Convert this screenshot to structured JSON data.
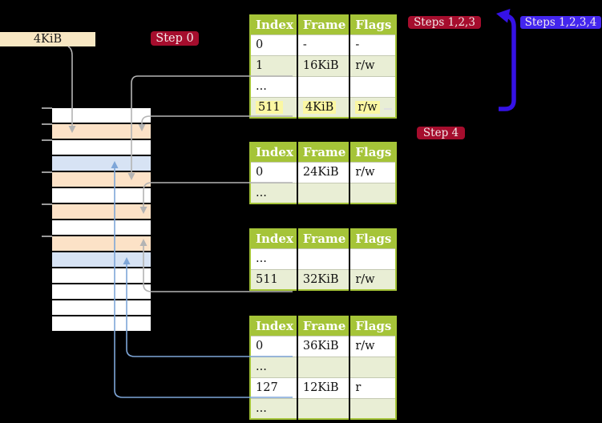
{
  "colors": {
    "bg": "#000000",
    "label_box_bg": "#f8e7c3",
    "badge_red": "#a50d2d",
    "badge_blue": "#4326ee",
    "arrow_blue": "#3512e6",
    "table_header_bg": "#a5c438",
    "table_row_alt": "#e9eed5",
    "highlight_yellow": "#fbf7a2",
    "mem_orange": "#fce2c7",
    "mem_blue": "#d7e3f4",
    "mem_white": "#ffffff",
    "connector_gray": "#b4b4b4",
    "connector_blue": "#7ea6d8",
    "tick_gray": "#9a9a9a",
    "table_border": "#a5c438",
    "text_dark": "#1a1a1a",
    "badge_text": "#f3e9ea"
  },
  "label_box": {
    "text": "4KiB"
  },
  "badges": {
    "step0": "Step 0",
    "steps123": "Steps 1,2,3",
    "steps1234": "Steps 1,2,3,4",
    "step4": "Step 4"
  },
  "memory": {
    "rows": [
      {
        "type": "white"
      },
      {
        "type": "orange"
      },
      {
        "type": "white"
      },
      {
        "type": "blue"
      },
      {
        "type": "orange"
      },
      {
        "type": "white"
      },
      {
        "type": "orange"
      },
      {
        "type": "white"
      },
      {
        "type": "orange"
      },
      {
        "type": "blue"
      },
      {
        "type": "white"
      },
      {
        "type": "white"
      },
      {
        "type": "white"
      },
      {
        "type": "white"
      }
    ]
  },
  "tables": [
    {
      "name": "level-4-page-table",
      "headers": [
        "Index",
        "Frame",
        "Flags"
      ],
      "rows": [
        {
          "cells": [
            "0",
            "-",
            "-"
          ]
        },
        {
          "cells": [
            "1",
            "16KiB",
            "r/w"
          ]
        },
        {
          "cells": [
            "...",
            "",
            ""
          ]
        },
        {
          "cells": [
            "511",
            "4KiB",
            "r/w"
          ],
          "highlight": true
        }
      ]
    },
    {
      "name": "level-3-page-table",
      "headers": [
        "Index",
        "Frame",
        "Flags"
      ],
      "rows": [
        {
          "cells": [
            "0",
            "24KiB",
            "r/w"
          ]
        },
        {
          "cells": [
            "...",
            "",
            ""
          ]
        }
      ]
    },
    {
      "name": "level-2-page-table",
      "headers": [
        "Index",
        "Frame",
        "Flags"
      ],
      "rows": [
        {
          "cells": [
            "...",
            "",
            ""
          ]
        },
        {
          "cells": [
            "511",
            "32KiB",
            "r/w"
          ]
        }
      ]
    },
    {
      "name": "level-1-page-table",
      "headers": [
        "Index",
        "Frame",
        "Flags"
      ],
      "rows": [
        {
          "cells": [
            "0",
            "36KiB",
            "r/w"
          ]
        },
        {
          "cells": [
            "...",
            "",
            ""
          ]
        },
        {
          "cells": [
            "127",
            "12KiB",
            "r"
          ]
        },
        {
          "cells": [
            "...",
            "",
            ""
          ]
        }
      ]
    }
  ]
}
